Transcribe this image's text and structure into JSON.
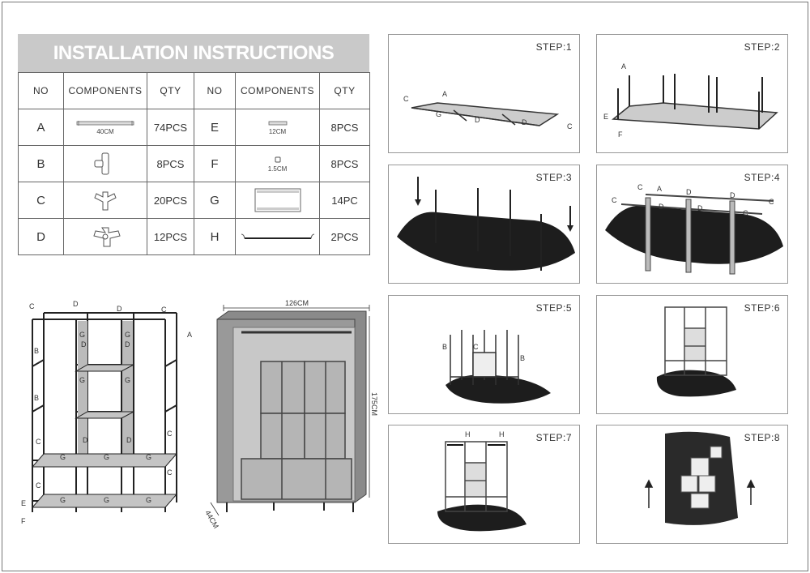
{
  "components_table": {
    "title": "INSTALLATION INSTRUCTIONS",
    "headers": [
      "NO",
      "COMPONENTS",
      "QTY",
      "NO",
      "COMPONENTS",
      "QTY"
    ],
    "rows": [
      {
        "left": {
          "no": "A",
          "icon": "long-tube-icon",
          "size": "40CM",
          "qty": "74PCS"
        },
        "right": {
          "no": "E",
          "icon": "short-tube-icon",
          "size": "12CM",
          "qty": "8PCS"
        }
      },
      {
        "left": {
          "no": "B",
          "icon": "t-connector-icon",
          "size": "",
          "qty": "8PCS"
        },
        "right": {
          "no": "F",
          "icon": "foot-cap-icon",
          "size": "1.5CM",
          "qty": "8PCS"
        }
      },
      {
        "left": {
          "no": "C",
          "icon": "three-way-connector-icon",
          "size": "",
          "qty": "20PCS"
        },
        "right": {
          "no": "G",
          "icon": "shelf-panel-icon",
          "size": "",
          "qty": "14PC"
        }
      },
      {
        "left": {
          "no": "D",
          "icon": "four-way-connector-icon",
          "size": "",
          "qty": "12PCS"
        },
        "right": {
          "no": "H",
          "icon": "hanging-rod-icon",
          "size": "",
          "qty": "2PCS"
        }
      }
    ]
  },
  "dimensions": {
    "width": "126CM",
    "height": "175CM",
    "depth": "44CM"
  },
  "frame_labels": {
    "connectors": [
      "C",
      "D",
      "D",
      "C",
      "A",
      "B",
      "B",
      "C",
      "C",
      "C",
      "D",
      "D",
      "D",
      "D",
      "C",
      "E",
      "F"
    ],
    "shelf": "G"
  },
  "steps": [
    {
      "label": "STEP:1",
      "parts": [
        "C",
        "A",
        "G",
        "D",
        "D",
        "C"
      ]
    },
    {
      "label": "STEP:2",
      "parts": [
        "A",
        "E",
        "F"
      ]
    },
    {
      "label": "STEP:3",
      "parts": []
    },
    {
      "label": "STEP:4",
      "parts": [
        "C",
        "C",
        "A",
        "D",
        "D",
        "D",
        "D",
        "C",
        "C"
      ]
    },
    {
      "label": "STEP:5",
      "parts": [
        "B",
        "C",
        "B"
      ]
    },
    {
      "label": "STEP:6",
      "parts": []
    },
    {
      "label": "STEP:7",
      "parts": [
        "H",
        "H"
      ]
    },
    {
      "label": "STEP:8",
      "parts": []
    }
  ],
  "colors": {
    "header_fill": "#c9c9c9",
    "cover_gray": "#8a8a8a",
    "bag_black": "#1d1d1d",
    "shelf_gray": "#bdbdbd"
  }
}
